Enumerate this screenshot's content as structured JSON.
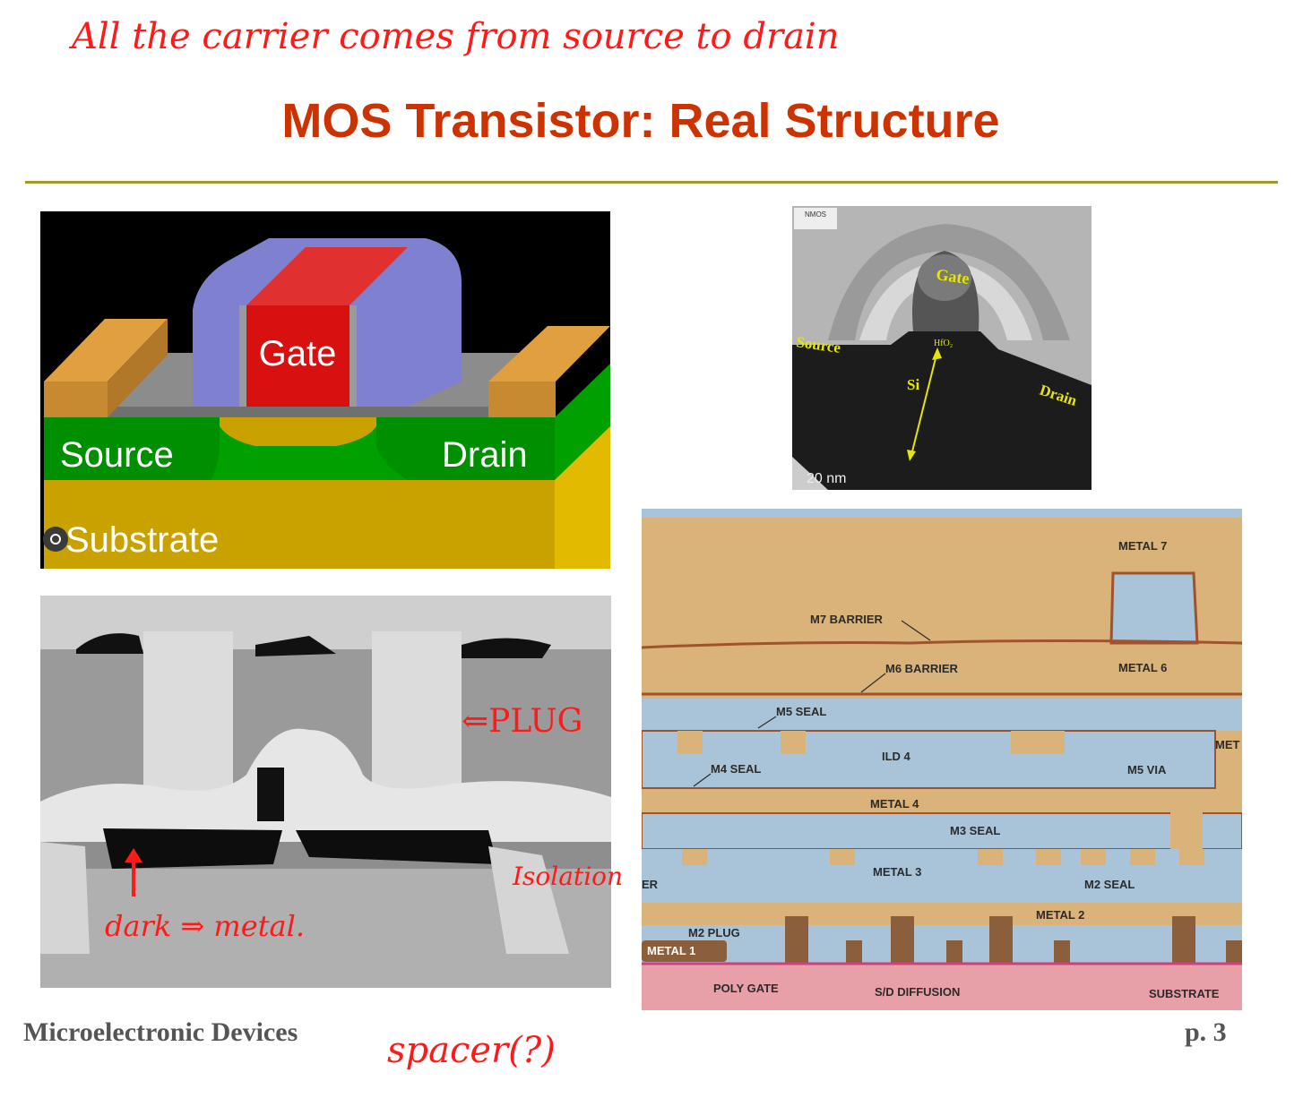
{
  "slide": {
    "title": "MOS Transistor: Real Structure",
    "footer_left": "Microelectronic Devices",
    "footer_right": "p. 3"
  },
  "handwriting": {
    "top_note": "All the carrier comes from source to drain",
    "plug_note": "⇐PLUG",
    "isolation_note": "Isolation",
    "dark_note": "dark ⇒ metal.",
    "spacer_note": "spacer(?)"
  },
  "diagram_3d": {
    "gate": "Gate",
    "source": "Source",
    "drain": "Drain",
    "substrate": "Substrate"
  },
  "tem_image": {
    "corner_tag": "NMOS",
    "gate": "Gate",
    "source": "Source",
    "drain": "Drain",
    "oxide": "HfO₂",
    "si": "Si",
    "scale": "20 nm"
  },
  "interconnect": {
    "labels": {
      "metal7": "METAL 7",
      "m7_barrier": "M7 BARRIER",
      "m6_barrier": "M6 BARRIER",
      "metal6": "METAL 6",
      "m5_seal": "M5 SEAL",
      "ild4": "ILD 4",
      "m4_seal": "M4 SEAL",
      "m5_via": "M5 VIA",
      "met_cut": "MET",
      "metal4": "METAL 4",
      "m3_seal": "M3 SEAL",
      "metal3": "METAL 3",
      "er_cut": "ER",
      "m2_seal": "M2 SEAL",
      "metal2": "METAL 2",
      "m2_plug": "M2 PLUG",
      "metal1": "METAL 1",
      "poly_gate": "POLY GATE",
      "sd_diffusion": "S/D DIFFUSION",
      "substrate": "SUBSTRATE"
    },
    "colors": {
      "ild": "#d9b37a",
      "metal": "#a9c4d8",
      "barrier": "#a0522d",
      "substrate": "#e8a0a8",
      "plug": "#8b5e3c"
    }
  }
}
